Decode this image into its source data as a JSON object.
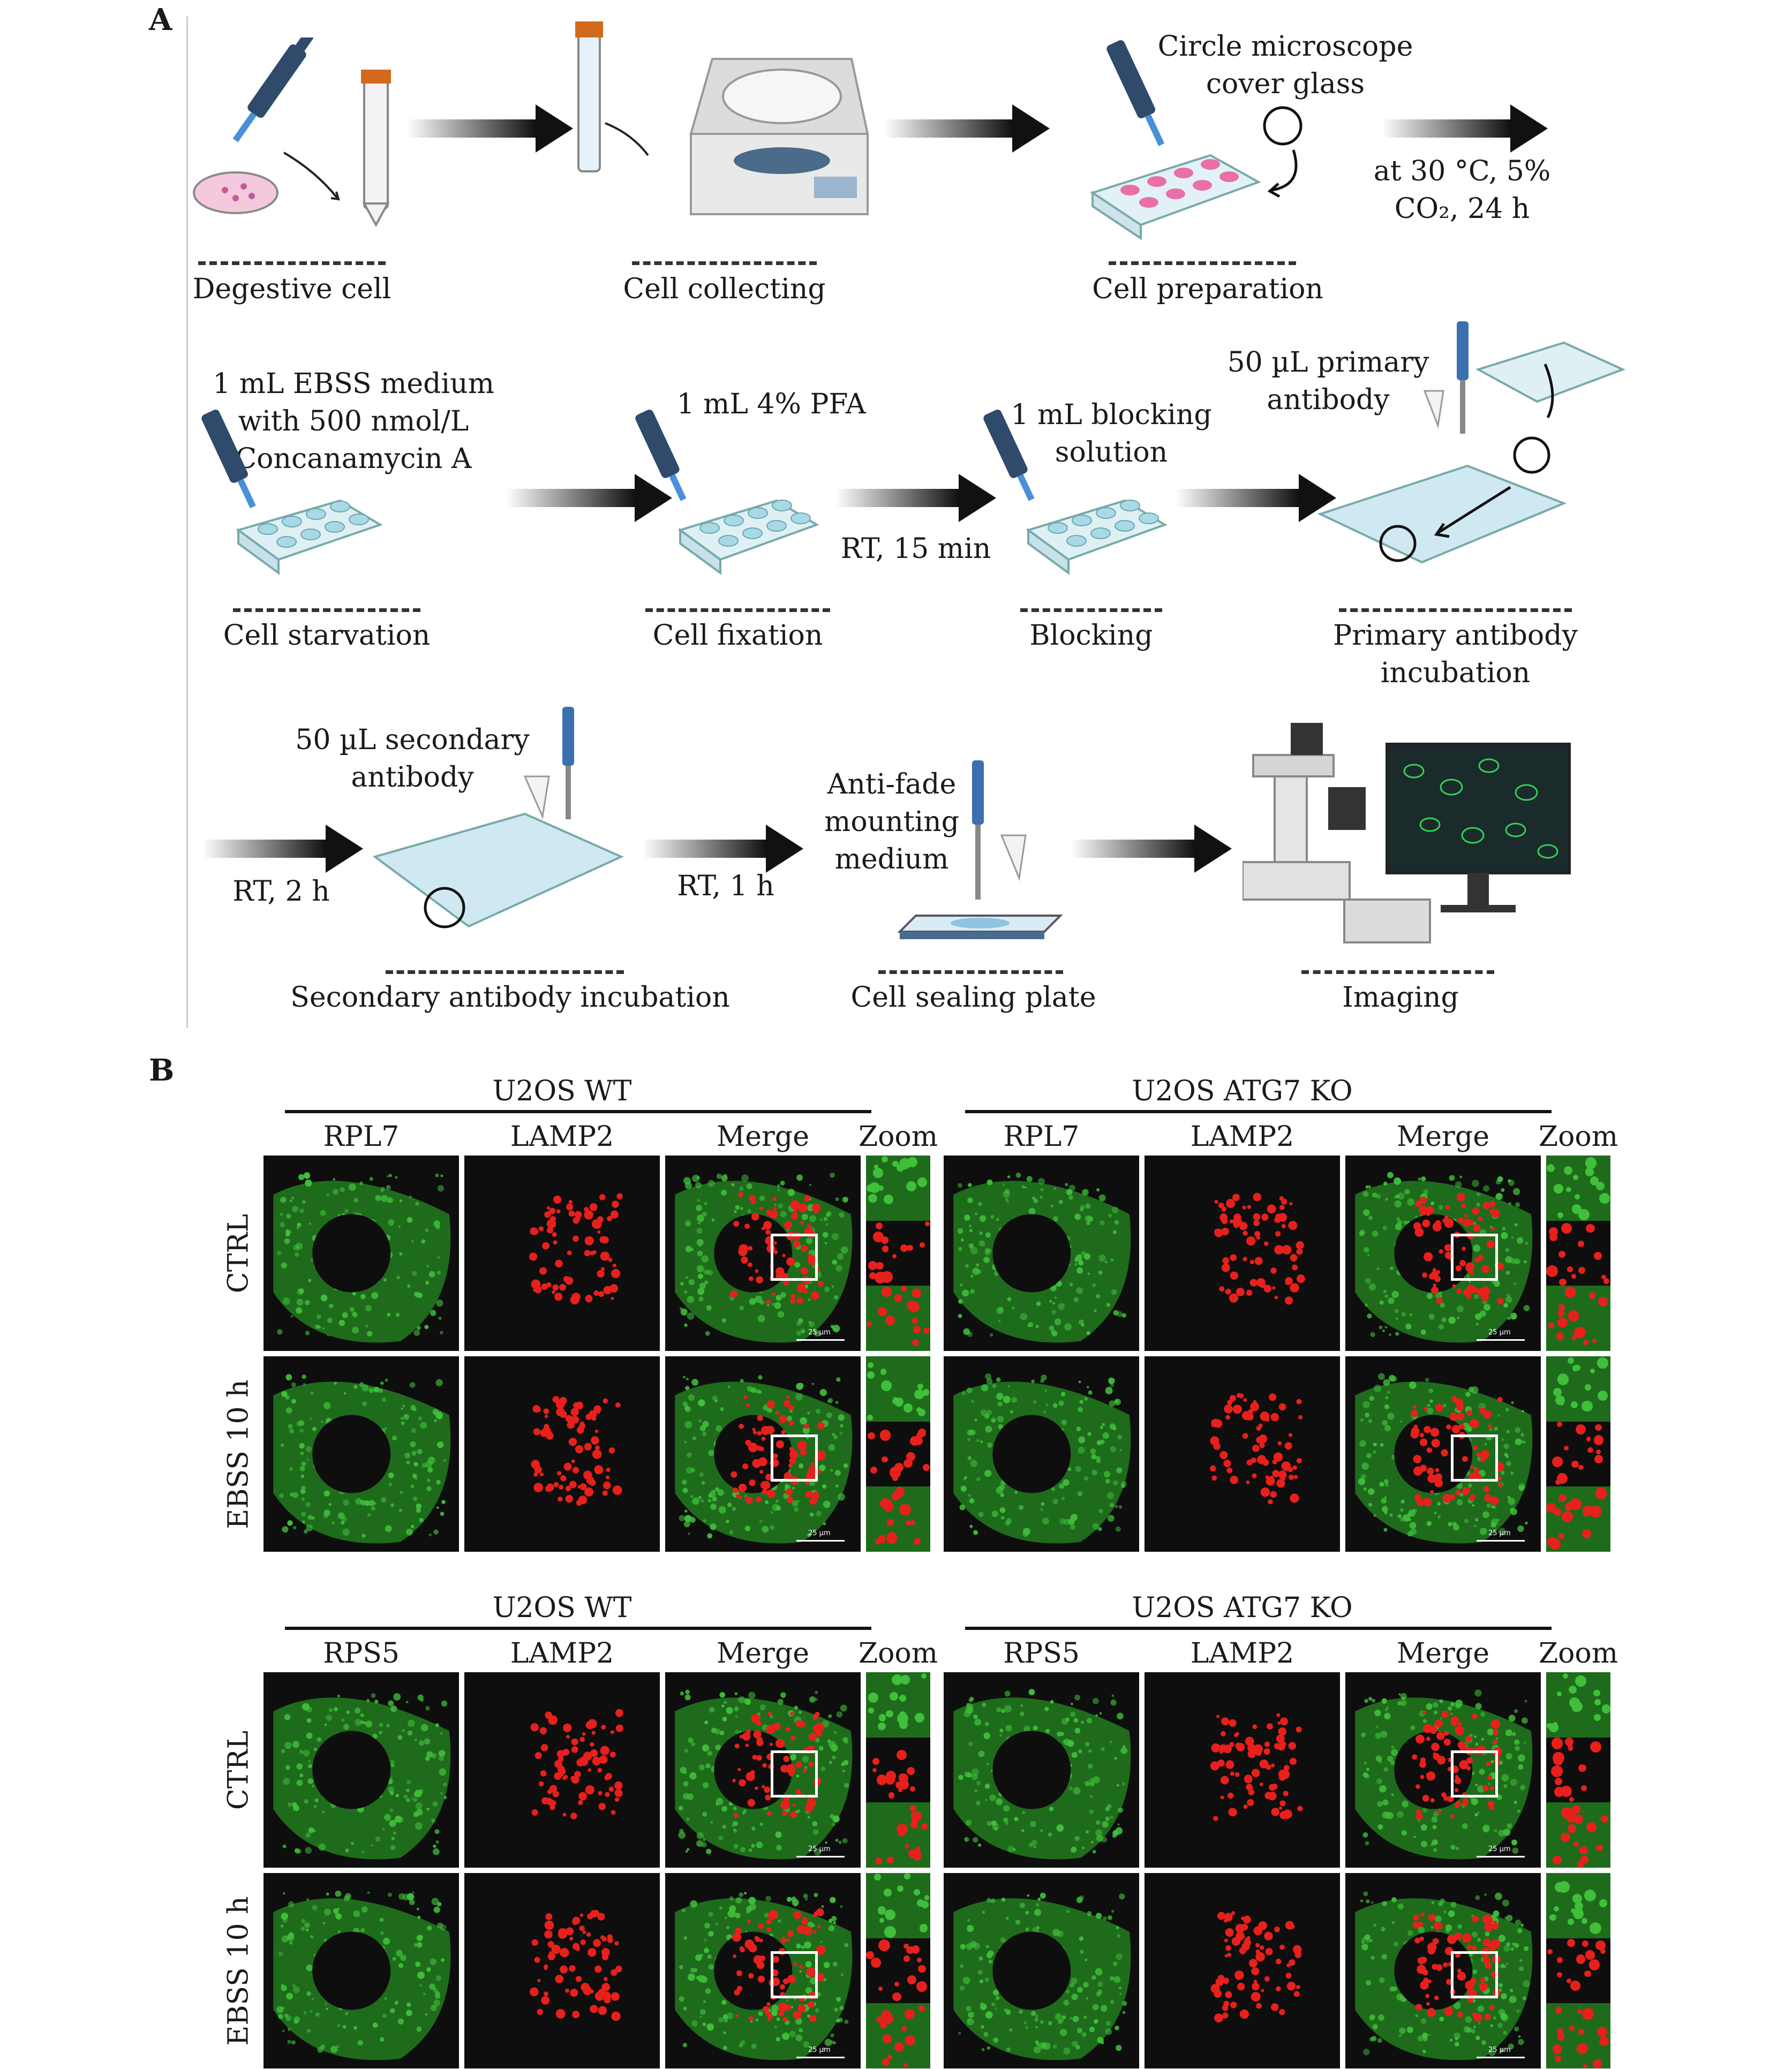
{
  "panels": {
    "a": "A",
    "b": "B"
  },
  "steps": {
    "degestive": "Degestive cell",
    "collecting": "Cell collecting",
    "preparation": "Cell preparation",
    "starvation": "Cell starvation",
    "fixation": "Cell fixation",
    "blocking": "Blocking",
    "primary": [
      "Primary antibody",
      "incubation"
    ],
    "secondary": "Secondary antibody incubation",
    "sealing": "Cell sealing plate",
    "imaging": "Imaging"
  },
  "notes": {
    "cover_glass": [
      "Circle microscope",
      "cover glass"
    ],
    "incubate": [
      "at 30 °C, 5%",
      "CO₂, 24 h"
    ],
    "ebss": [
      "1 mL EBSS medium",
      "with 500 nmol/L",
      "Concanamycin A"
    ],
    "pfa": "1 mL 4% PFA",
    "rt15": "RT, 15 min",
    "blocking_solution": [
      "1 mL blocking",
      "solution"
    ],
    "primary_ab": [
      "50 µL primary",
      "antibody"
    ],
    "secondary_ab": [
      "50 µL secondary",
      "antibody"
    ],
    "rt2": "RT, 2 h",
    "rt1": "RT, 1 h",
    "antifade": [
      "Anti-fade",
      "mounting",
      "medium"
    ]
  },
  "figure_b": {
    "blocks": [
      {
        "groups": [
          "U2OS WT",
          "U2OS ATG7 KO"
        ],
        "columns": [
          "RPL7",
          "LAMP2",
          "Merge",
          "Zoom"
        ],
        "rows": [
          "CTRL",
          "EBSS 10 h"
        ]
      },
      {
        "groups": [
          "U2OS WT",
          "U2OS ATG7 KO"
        ],
        "columns": [
          "RPS5",
          "LAMP2",
          "Merge",
          "Zoom"
        ],
        "rows": [
          "CTRL",
          "EBSS 10 h"
        ]
      }
    ],
    "scalebar": "25 µm"
  },
  "colors": {
    "green": "#3fbf3a",
    "red": "#e8201c",
    "bg": "#0e0e0e",
    "dash": "#333333"
  }
}
